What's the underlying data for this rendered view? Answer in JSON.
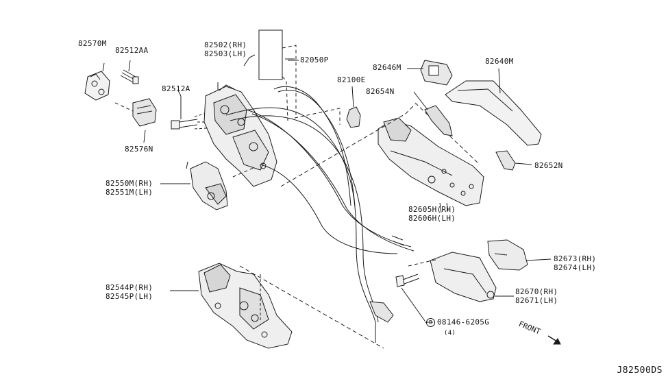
{
  "parts": {
    "p82570M": "82570M",
    "p82512AA": "82512AA",
    "p82576N": "82576N",
    "p82502": "82502(RH)",
    "p82503": "82503(LH)",
    "p82512A": "82512A",
    "p82050P": "82050P",
    "p82100E": "82100E",
    "p82646M": "82646M",
    "p82640M": "82640M",
    "p82654N": "82654N",
    "p82652N": "82652N",
    "p82550M": "82550M(RH)",
    "p82551M": "82551M(LH)",
    "p82605H": "82605H(RH)",
    "p82606H": "82606H(LH)",
    "p82673": "82673(RH)",
    "p82674": "82674(LH)",
    "p82670": "82670(RH)",
    "p82671": "82671(LH)",
    "p82544P": "82544P(RH)",
    "p82545P": "82545P(LH)",
    "bolt_prefix": "B",
    "bolt_code": "08146-6205G",
    "bolt_qty": "(4)"
  },
  "direction_label": "FRONT",
  "diagram_ref": "J82500DS",
  "colors": {
    "line": "#1a1a1a",
    "fill": "#f2f2f2",
    "shade": "#cfcfcf"
  }
}
